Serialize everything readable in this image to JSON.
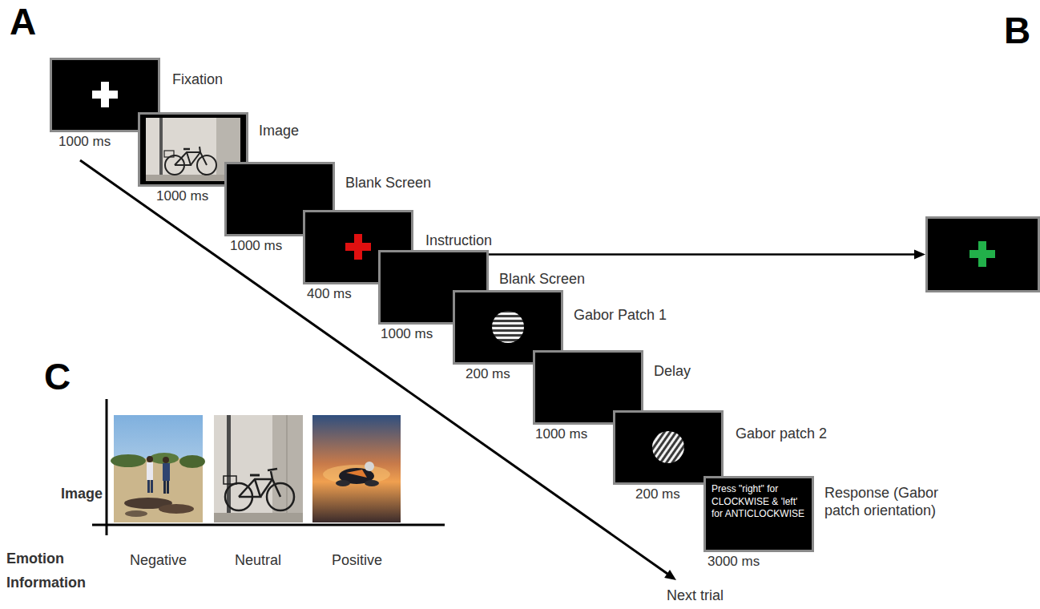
{
  "diagram": {
    "nodes": [
      {
        "text": [
          "Fixation",
          "1000 ms"
        ]
      },
      {
        "text": [
          "Image",
          "1000 ms"
        ]
      },
      {
        "text": [
          "Blank Screen",
          "1000 ms"
        ]
      },
      {
        "text": [
          "Instruction",
          "400 ms"
        ]
      },
      {
        "text": [
          "Blank Screen",
          "1000 ms"
        ]
      },
      {
        "text": [
          "Gabor Patch 1",
          "200 ms"
        ]
      },
      {
        "text": [
          "Delay",
          "1000 ms"
        ]
      },
      {
        "text": [
          "Gabor patch 2",
          "200 ms"
        ]
      },
      {
        "text": [
          "Response (Gabor patch orientation)",
          "Press \"right\" for CLOCKWISE & 'left' for ANTICLOCKWISE",
          "3000 ms"
        ]
      },
      {
        "text": [
          "B"
        ]
      }
    ],
    "edges": [
      {
        "from": 3,
        "to": 9,
        "arrow": "to"
      }
    ],
    "labels": [
      "A",
      "Next trial",
      "C",
      "Image",
      "Emotion Information",
      "Negative",
      "Neutral",
      "Positive"
    ]
  }
}
